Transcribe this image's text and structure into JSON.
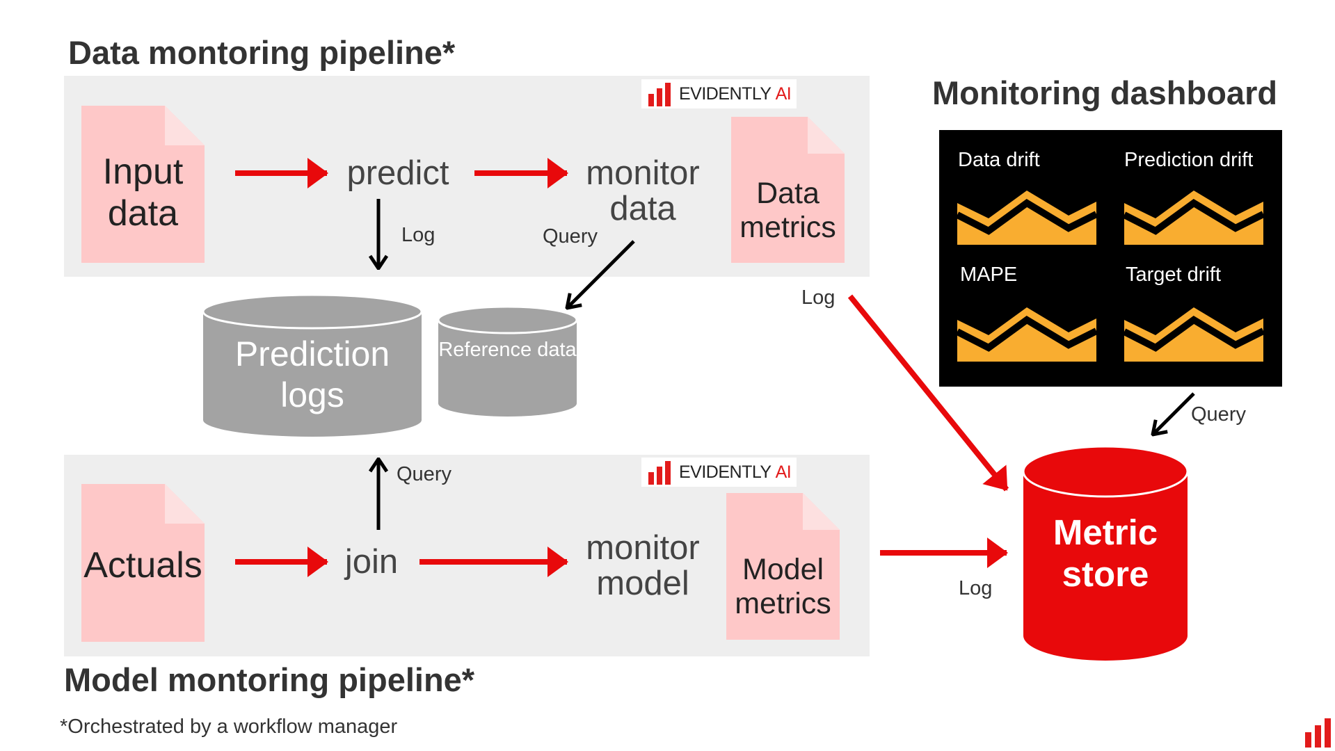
{
  "data_pipeline": {
    "title": "Data montoring pipeline*",
    "input_doc": "Input data",
    "predict": "predict",
    "monitor": "monitor data",
    "metrics_doc": "Data metrics",
    "log_label": "Log",
    "query_label": "Query"
  },
  "model_pipeline": {
    "title": "Model montoring pipeline*",
    "actuals_doc": "Actuals",
    "join": "join",
    "monitor": "monitor model",
    "metrics_doc": "Model metrics",
    "query_label": "Query"
  },
  "logo": {
    "text": "EVIDENTLY",
    "ai": "AI"
  },
  "storage": {
    "prediction_logs": "Prediction logs",
    "reference_data": "Reference data",
    "metric_store": "Metric store"
  },
  "dashboard": {
    "title": "Monitoring dashboard",
    "tiles": [
      "Data drift",
      "Prediction drift",
      "MAPE",
      "Target drift"
    ]
  },
  "connectors": {
    "data_metrics_log": "Log",
    "model_metrics_log": "Log",
    "dashboard_query": "Query"
  },
  "footnote": "*Orchestrated by a workflow manager",
  "colors": {
    "accent_red": "#e8090b",
    "doc_pink": "#fec8c8",
    "panel_gray": "#eeeeee",
    "cylinder_gray": "#a3a3a3",
    "chart_orange": "#f9ad30"
  }
}
